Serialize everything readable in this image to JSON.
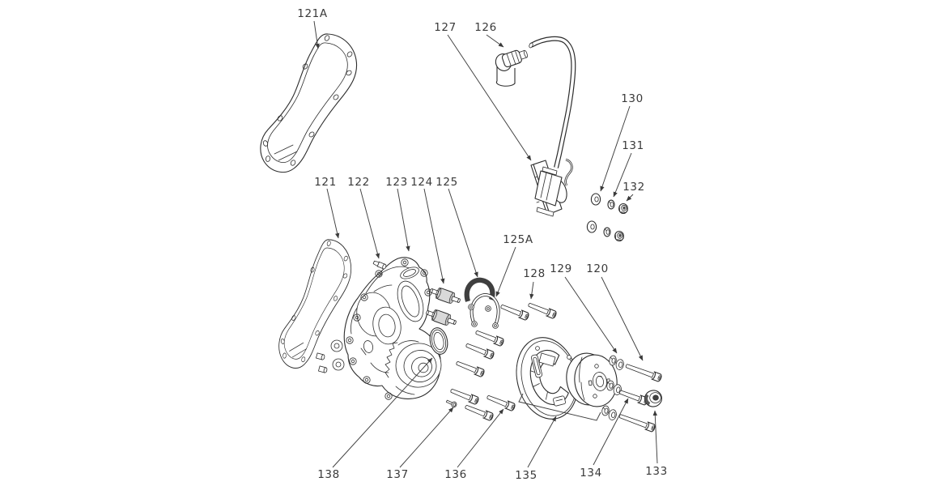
{
  "diagram": {
    "description": "Exploded parts diagram of an engine ignition / stator cover assembly with numbered callouts",
    "colors": {
      "background": "#ffffff",
      "line": "#2c2c2c",
      "label_text": "#3a3a3a",
      "dark_rubber": "#3f3f3f",
      "light_shade": "#d9d9d9"
    },
    "labels": [
      {
        "text": "121A",
        "part": "outer-cover-gasket"
      },
      {
        "text": "127",
        "part": "ignition-coil"
      },
      {
        "text": "126",
        "part": "spark-plug-cap"
      },
      {
        "text": "130",
        "part": "flat-washer"
      },
      {
        "text": "131",
        "part": "lock-washer"
      },
      {
        "text": "132",
        "part": "hex-nut"
      },
      {
        "text": "121",
        "part": "cover-gasket"
      },
      {
        "text": "122",
        "part": "dowel-screw"
      },
      {
        "text": "123",
        "part": "ignition-cover"
      },
      {
        "text": "124",
        "part": "rubber-damper"
      },
      {
        "text": "125",
        "part": "rubber-band"
      },
      {
        "text": "125A",
        "part": "wire-holder"
      },
      {
        "text": "128",
        "part": "socket-bolt"
      },
      {
        "text": "129",
        "part": "washer-set"
      },
      {
        "text": "120",
        "part": "flange-bolt"
      },
      {
        "text": "138",
        "part": "oil-seal"
      },
      {
        "text": "137",
        "part": "screw"
      },
      {
        "text": "136",
        "part": "socket-bolt"
      },
      {
        "text": "135",
        "part": "stator-assembly"
      },
      {
        "text": "134",
        "part": "socket-bolt"
      },
      {
        "text": "133",
        "part": "flange-nut"
      }
    ]
  }
}
